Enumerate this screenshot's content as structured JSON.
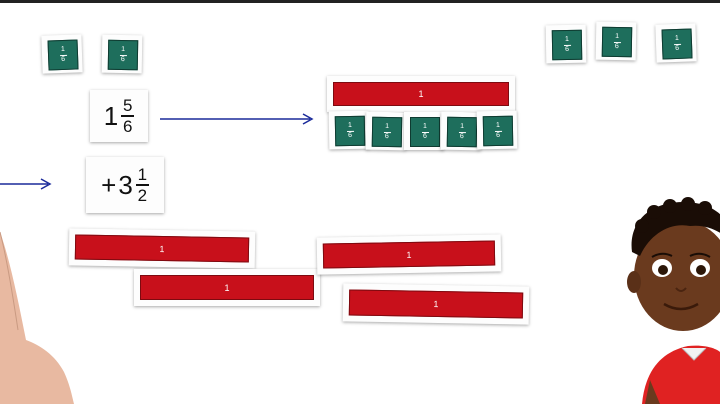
{
  "tiles": {
    "numerator": "1",
    "denominator": "6"
  },
  "wholes": {
    "label": "1"
  },
  "expression": {
    "first": {
      "whole": "1",
      "numerator": "5",
      "denominator": "6"
    },
    "second": {
      "sign": "+",
      "whole": "3",
      "numerator": "1",
      "denominator": "2"
    }
  },
  "colors": {
    "tile": "#1e6e5c",
    "whole_bar": "#c8101b",
    "arrow": "#1a2a9a"
  }
}
